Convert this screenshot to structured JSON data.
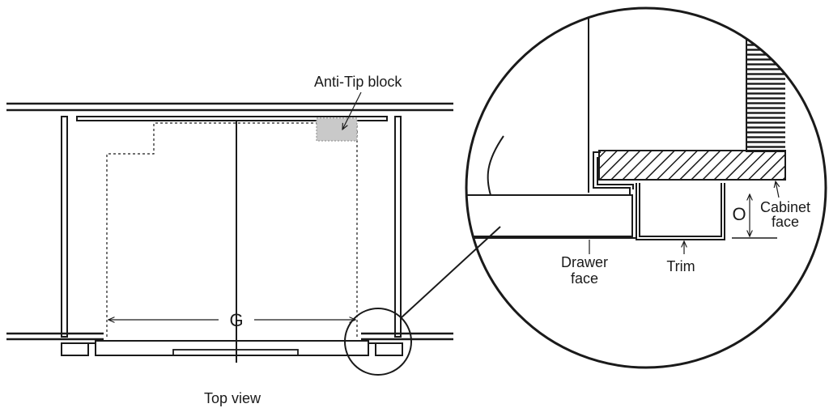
{
  "labels": {
    "anti_tip_block": "Anti-Tip block",
    "gap": "G",
    "top_view": "Top view",
    "offset": "O",
    "cabinet_face_line1": "Cabinet",
    "cabinet_face_line2": "face",
    "drawer_face_line1": "Drawer",
    "drawer_face_line2": "face",
    "trim": "Trim"
  },
  "colors": {
    "stroke": "#1a1a1a",
    "block_fill": "#c9c9c9",
    "background": "#ffffff"
  }
}
